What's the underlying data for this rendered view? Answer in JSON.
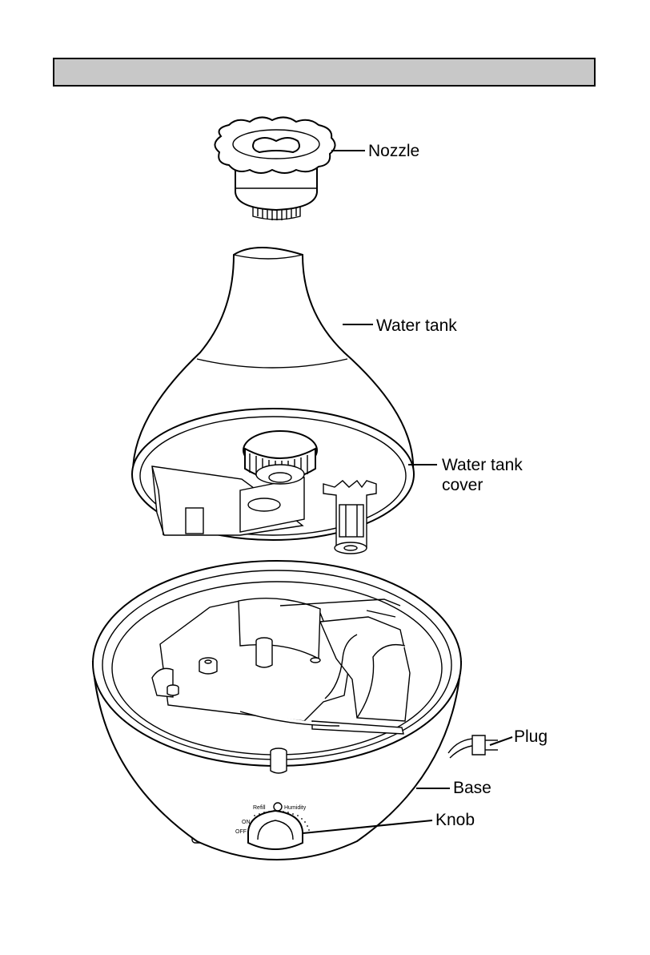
{
  "header": {
    "title": ""
  },
  "labels": {
    "nozzle": "Nozzle",
    "water_tank": "Water tank",
    "water_tank_cover_line1": "Water tank",
    "water_tank_cover_line2": "cover",
    "plug": "Plug",
    "base": "Base",
    "knob": "Knob"
  },
  "panel": {
    "refill": "Refill",
    "humidity": "Humidity",
    "on": "ON",
    "off": "OFF"
  },
  "colors": {
    "header_fill": "#c8c8c8",
    "line": "#000000",
    "paper": "#ffffff"
  }
}
